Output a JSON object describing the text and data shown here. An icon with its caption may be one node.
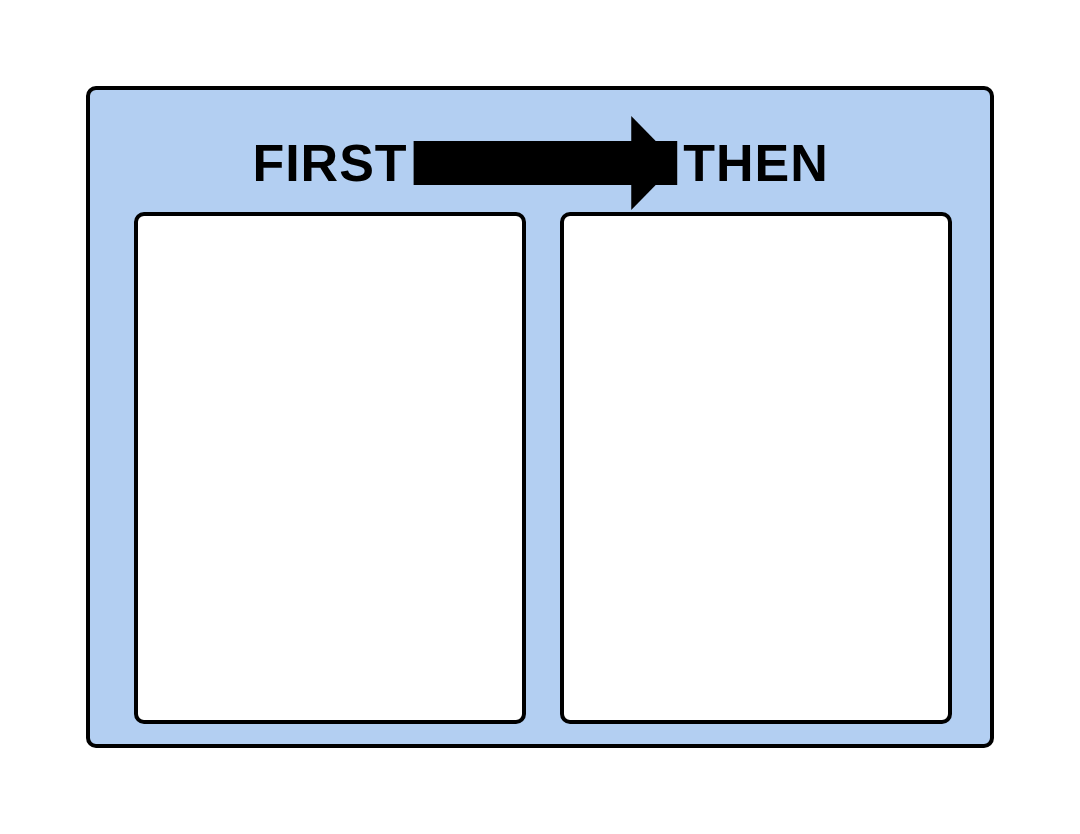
{
  "diagram": {
    "nodes": [
      {
        "text": [],
        "shape": "box"
      },
      {
        "text": [
          "FIRST"
        ],
        "in": 0
      },
      {
        "text": [
          "THEN"
        ],
        "in": 0
      }
    ],
    "edges": [
      {
        "from": 1,
        "to": 2,
        "arrow": "to"
      }
    ]
  }
}
